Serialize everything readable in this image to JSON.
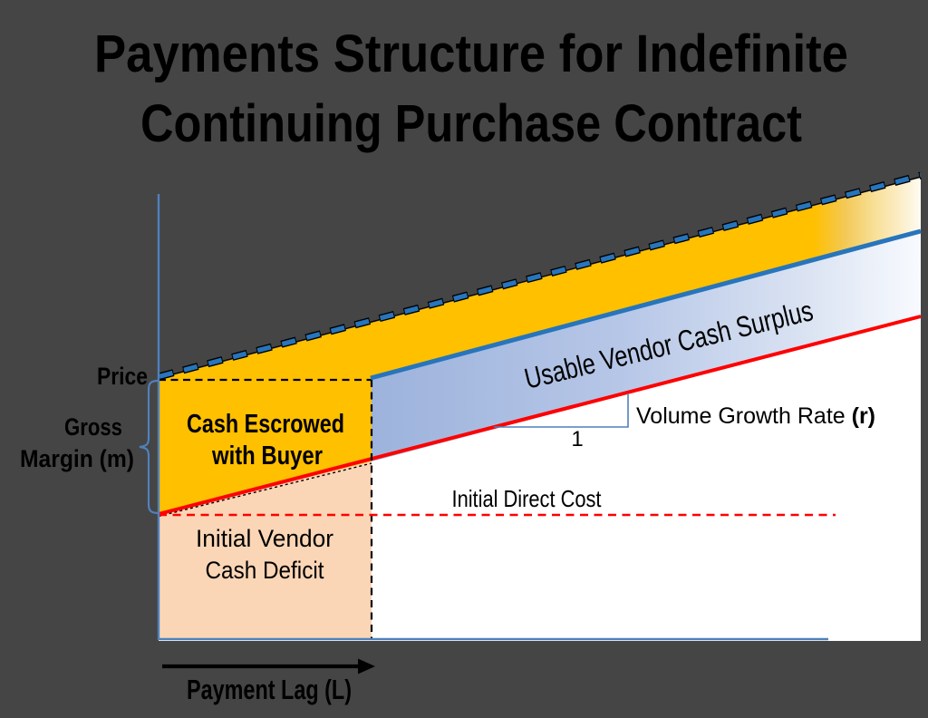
{
  "title": {
    "line1": "Payments Structure for Indefinite",
    "line2": "Continuing Purchase Contract"
  },
  "labels": {
    "price": "Price",
    "gross_margin_line1": "Gross",
    "gross_margin_line2": "Margin (m)",
    "escrow_line1": "Cash Escrowed",
    "escrow_line2": "with Buyer",
    "surplus": "Usable Vendor Cash Surplus",
    "deficit_line1": "Initial Vendor",
    "deficit_line2": "Cash Deficit",
    "direct_cost": "Initial Direct Cost",
    "volume_growth_main": "Volume Growth Rate ",
    "volume_growth_bold": "(r)",
    "slope_one": "1",
    "payment_lag": "Payment Lag (L)"
  },
  "colors": {
    "background": "#454545",
    "white": "#FFFFFF",
    "gold": "#FFC000",
    "peach": "#FBD6B6",
    "red": "#FF0000",
    "strong_blue": "#2775BC",
    "axis_blue": "#4F81BD",
    "navy": "#1F3864",
    "surplus_blue": "#9DB3DC",
    "black": "#000000"
  }
}
